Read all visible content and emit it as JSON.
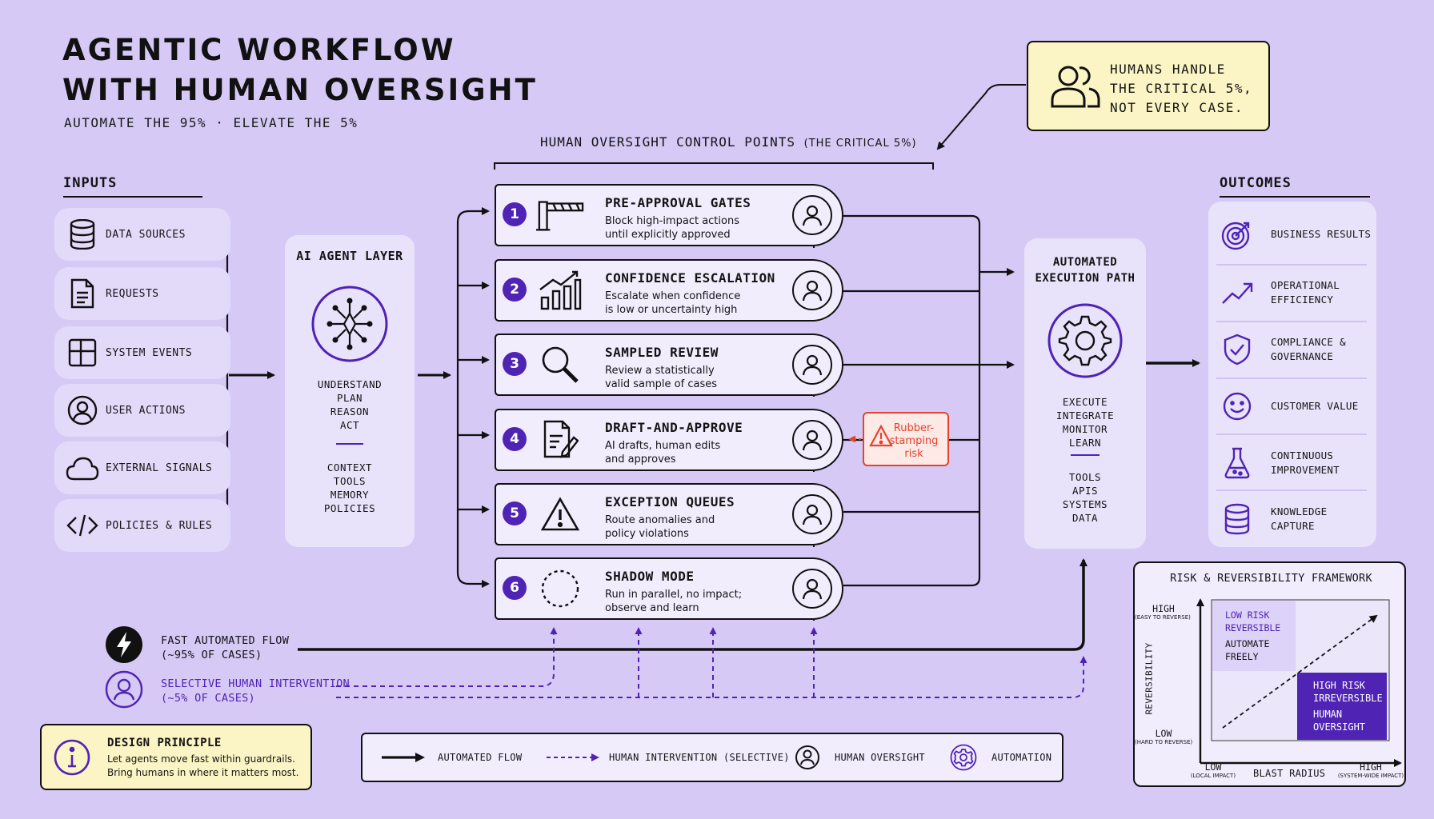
{
  "title": {
    "line1": "AGENTIC WORKFLOW",
    "line2": "WITH HUMAN OVERSIGHT"
  },
  "subtitle": "AUTOMATE THE 95% · ELEVATE THE 5%",
  "callout_top": {
    "line1": "HUMANS HANDLE",
    "line2": "THE CRITICAL 5%,",
    "line3": "NOT EVERY CASE."
  },
  "oversight_header": {
    "main": "HUMAN OVERSIGHT CONTROL POINTS",
    "sub": "(THE CRITICAL 5%)"
  },
  "inputs": {
    "heading": "INPUTS",
    "items": [
      {
        "label": "DATA SOURCES",
        "icon": "database-icon"
      },
      {
        "label": "REQUESTS",
        "icon": "document-icon"
      },
      {
        "label": "SYSTEM EVENTS",
        "icon": "grid-icon"
      },
      {
        "label": "USER ACTIONS",
        "icon": "user-icon"
      },
      {
        "label": "EXTERNAL SIGNALS",
        "icon": "cloud-icon"
      },
      {
        "label": "POLICIES & RULES",
        "icon": "code-icon"
      }
    ]
  },
  "agent_layer": {
    "title": "AI AGENT LAYER",
    "capabilities": [
      "UNDERSTAND",
      "PLAN",
      "REASON",
      "ACT"
    ],
    "resources": [
      "CONTEXT",
      "TOOLS",
      "MEMORY",
      "POLICIES"
    ]
  },
  "controls": [
    {
      "num": "1",
      "title": "PRE-APPROVAL GATES",
      "desc1": "Block high-impact actions",
      "desc2": "until explicitly approved",
      "icon": "barrier-gate-icon"
    },
    {
      "num": "2",
      "title": "CONFIDENCE ESCALATION",
      "desc1": "Escalate when confidence",
      "desc2": "is low or uncertainty high",
      "icon": "bar-chart-icon"
    },
    {
      "num": "3",
      "title": "SAMPLED REVIEW",
      "desc1": "Review a statistically",
      "desc2": "valid sample of cases",
      "icon": "magnifier-icon"
    },
    {
      "num": "4",
      "title": "DRAFT-AND-APPROVE",
      "desc1": "AI drafts, human edits",
      "desc2": "and approves",
      "icon": "edit-document-icon"
    },
    {
      "num": "5",
      "title": "EXCEPTION QUEUES",
      "desc1": "Route anomalies and",
      "desc2": "policy violations",
      "icon": "warning-icon"
    },
    {
      "num": "6",
      "title": "SHADOW MODE",
      "desc1": "Run in parallel, no impact;",
      "desc2": "observe and learn",
      "icon": "dashed-circle-icon"
    }
  ],
  "risk_tag": {
    "line1": "Rubber-",
    "line2": "stamping",
    "line3": "risk"
  },
  "execution": {
    "title1": "AUTOMATED",
    "title2": "EXECUTION PATH",
    "steps": [
      "EXECUTE",
      "INTEGRATE",
      "MONITOR",
      "LEARN"
    ],
    "systems": [
      "TOOLS",
      "APIS",
      "SYSTEMS",
      "DATA"
    ]
  },
  "outcomes": {
    "heading": "OUTCOMES",
    "items": [
      {
        "line1": "BUSINESS RESULTS",
        "line2": "",
        "icon": "target-icon"
      },
      {
        "line1": "OPERATIONAL",
        "line2": "EFFICIENCY",
        "icon": "trend-up-icon"
      },
      {
        "line1": "COMPLIANCE &",
        "line2": "GOVERNANCE",
        "icon": "shield-check-icon"
      },
      {
        "line1": "CUSTOMER VALUE",
        "line2": "",
        "icon": "smiley-icon"
      },
      {
        "line1": "CONTINUOUS",
        "line2": "IMPROVEMENT",
        "icon": "flask-icon"
      },
      {
        "line1": "KNOWLEDGE",
        "line2": "CAPTURE",
        "icon": "database-icon"
      }
    ]
  },
  "flows": {
    "fast": {
      "line1": "FAST AUTOMATED FLOW",
      "line2": "(~95% OF CASES)"
    },
    "selective": {
      "line1": "SELECTIVE HUMAN INTERVENTION",
      "line2": "(~5% OF CASES)"
    }
  },
  "design_principle": {
    "title": "DESIGN PRINCIPLE",
    "line1": "Let agents move fast within guardrails.",
    "line2": "Bring humans in where it matters most."
  },
  "legend": [
    {
      "label": "AUTOMATED FLOW",
      "icon": "solid-arrow-icon"
    },
    {
      "label": "HUMAN INTERVENTION (SELECTIVE)",
      "icon": "dashed-arrow-icon"
    },
    {
      "label": "HUMAN OVERSIGHT",
      "icon": "person-circle-icon"
    },
    {
      "label": "AUTOMATION",
      "icon": "gear-icon"
    }
  ],
  "risk_framework": {
    "title": "RISK & REVERSIBILITY FRAMEWORK",
    "y_axis": "REVERSIBILITY",
    "y_high": "HIGH",
    "y_high_note": "(EASY TO REVERSE)",
    "y_low": "LOW",
    "y_low_note": "(HARD TO REVERSE)",
    "x_axis": "BLAST RADIUS",
    "x_low": "LOW",
    "x_low_note": "(LOCAL IMPACT)",
    "x_high": "HIGH",
    "x_high_note": "(SYSTEM-WIDE IMPACT)",
    "quad_low": {
      "line1": "LOW RISK",
      "line2": "REVERSIBLE",
      "line3": "AUTOMATE",
      "line4": "FREELY"
    },
    "quad_high": {
      "line1": "HIGH RISK",
      "line2": "IRREVERSIBLE",
      "line3": "HUMAN",
      "line4": "OVERSIGHT"
    }
  },
  "colors": {
    "background": "#d6c9f5",
    "accent": "#4f24b5",
    "warning": "#e5432c",
    "callout": "#fbf4c4"
  }
}
